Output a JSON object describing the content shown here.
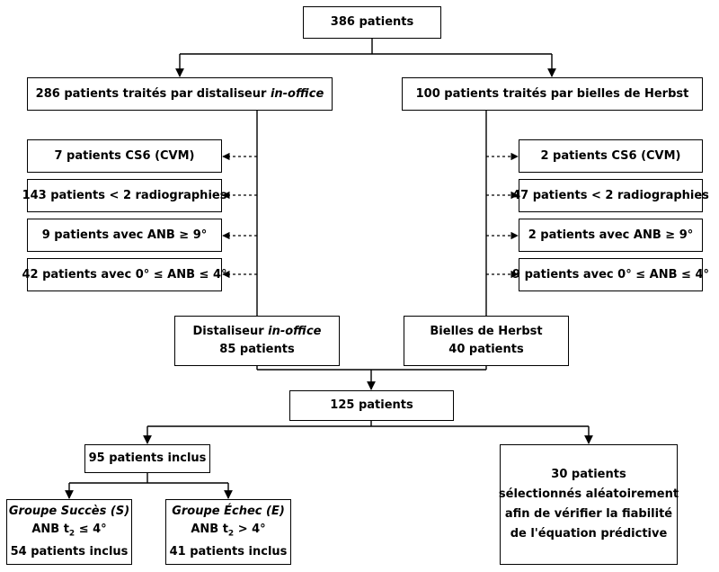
{
  "top": {
    "label": "386 patients"
  },
  "left_branch": {
    "title_prefix": "286 patients traités par distaliseur ",
    "title_italic": "in-office",
    "exclusions": [
      "7 patients CS6 (CVM)",
      "143 patients < 2 radiographies",
      "9 patients avec ANB ≥ 9°",
      "42 patients avec 0° ≤ ANB ≤ 4°"
    ],
    "result_name": "Distaliseur ",
    "result_name_italic": "in-office",
    "result_count": "85 patients"
  },
  "right_branch": {
    "title": "100 patients traités par bielles de Herbst",
    "exclusions": [
      "2 patients CS6 (CVM)",
      "47 patients < 2 radiographies",
      "2 patients avec ANB ≥ 9°",
      "9 patients avec 0° ≤ ANB ≤ 4°"
    ],
    "result_name": "Bielles de Herbst",
    "result_count": "40 patients"
  },
  "merged": {
    "label": "125 patients"
  },
  "included": {
    "label": "95 patients inclus"
  },
  "success_group": {
    "title": "Groupe Succès (S)",
    "criterion_prefix": "ANB t",
    "criterion_sub": "2",
    "criterion_suffix": " ≤ 4°",
    "count": "54 patients inclus"
  },
  "failure_group": {
    "title": "Groupe Échec (E)",
    "criterion_prefix": "ANB t",
    "criterion_sub": "2",
    "criterion_suffix": " > 4°",
    "count": "41 patients inclus"
  },
  "validation": {
    "lines": [
      "30 patients",
      "sélectionnés aléatoirement",
      "afin de vérifier la fiabilité",
      "de l'équation prédictive"
    ]
  }
}
